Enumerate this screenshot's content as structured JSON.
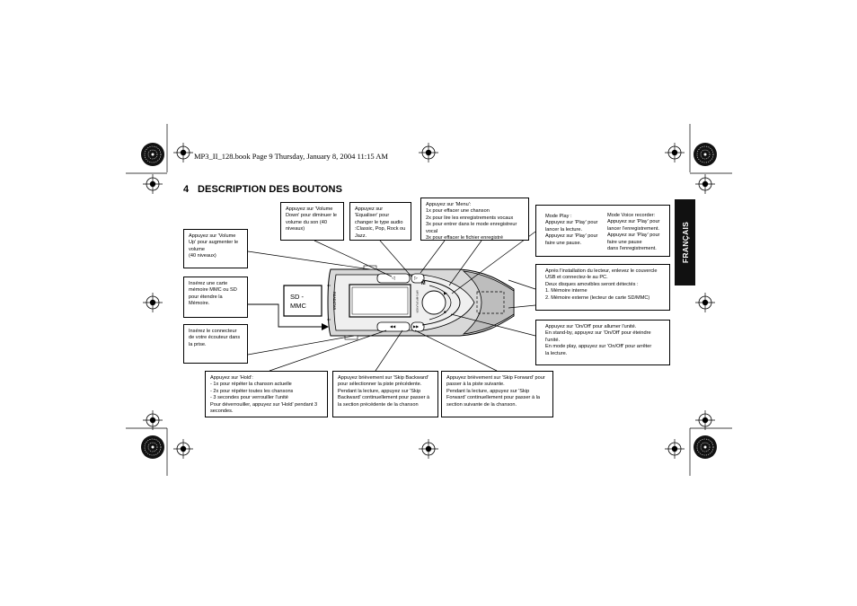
{
  "header": {
    "running_head": "MP3_II_128.book  Page 9  Thursday, January 8, 2004  11:15 AM"
  },
  "section": {
    "number": "4",
    "title": "DESCRIPTION DES BOUTONS"
  },
  "side_tab": {
    "label": "FRANÇAIS"
  },
  "device": {
    "brand": "ROADSTAR",
    "model": "MP3-MP3PLAYER",
    "sd_label": "SD -\nMMC",
    "key_glyphs": {
      "menu": "M",
      "play": "▶",
      "stop": "■",
      "vol_down": "◁",
      "vol_up": "▷",
      "skip_back": "◀◀",
      "skip_fwd": "▶▶"
    }
  },
  "callouts": {
    "vol_up": "Appuyez sur 'Volume\nUp' pour augmenter le\nvolume\n(40 niveaux)",
    "vol_down": "Appuyez sur 'Volume\nDown' pour diminuer le\nvolume du son (40\nniveaux)",
    "equalizer": "Appuyez sur\n'Equaliser' pour\nchanger le type audio\n:Classic, Pop, Rock ou\nJazz.",
    "menu": "Appuyez sur 'Menu':\n1x pour effacer une chanson\n2x pour lire les enregistrements vocaux\n3x pour entrer dans le mode enregistreur\nvocal\n3x pour effacer le fichier enregistré",
    "mode_play": "Mode Play :\nAppuyez sur 'Play' pour\nlancer la lecture.\nAppuyez sur 'Play' pour\nfaire une pause.",
    "mode_voice": "Mode Voice recorder:\nAppuyez sur 'Play' pour\nlancer l'enregistrement.\nAppuyez sur 'Play' pour\nfaire une pause\ndans l'enregistrement.",
    "usb": "Après l'installation du lecteur, enlevez le couvercle\nUSB et connectez-le au PC.\nDeux disques amovibles seront détectés  :\n1. Mémoire interne\n2. Mémoire externe (lecteur de carte SD/MMC)",
    "mmc": "Insérez une carte\nmémoire MMC ou SD\npour étendre la\nMémoire.",
    "earphone": "Insérez le connecteur\nde votre écouteur dans\nla prise.",
    "onoff": "Appuyez sur 'On/Off' pour allumer l'unité.\nEn stand-by, appuyez sur 'On/Off' pour éteindre\nl'unité.\nEn mode play, appuyez sur 'On/Off' pour arrêter\nla lecture.",
    "hold": "Appuyez sur 'Hold':\n- 1x pour répéter la chanson actuelle\n- 2x pour répéter toutes les chansons\n- 3 secondes pour verrouiller l'unité\nPour déverrouiller, appuyez sur 'Hold' pendant 3\nsecondes.",
    "skip_back": "Appuyez brièvement sur 'Skip Backward'\npour sélectionner la piste précédente.\nPendant la lecture, appuyez sur 'Skip\nBackward' continuellement pour passer à\nla section précédente de la chanson",
    "skip_fwd": "Appuyez brièvement sur 'Skip Forward' pour\npasser à la piste suivante.\nPendant la lecture, appuyez sur 'Skip\nForward' continuellement pour passer à la\nsection suivante de la chanson."
  }
}
